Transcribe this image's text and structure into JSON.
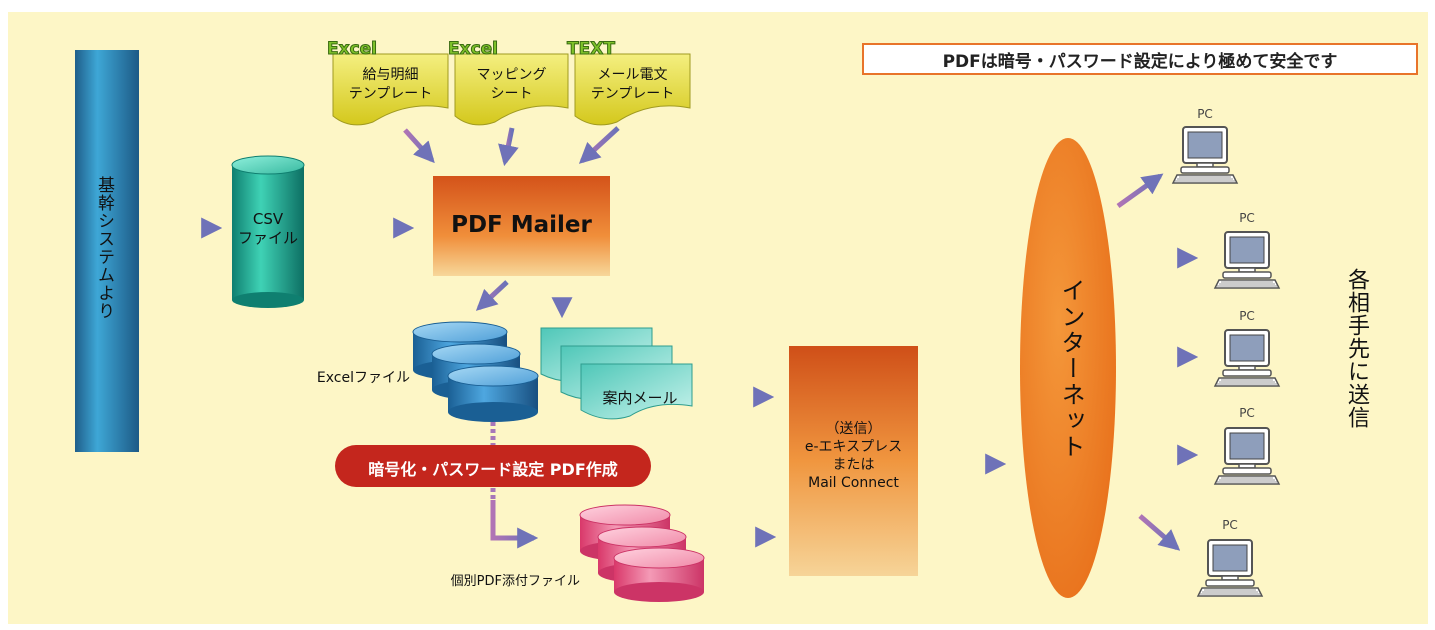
{
  "notice": "PDFは暗号・パスワード設定により極めて安全です",
  "source": {
    "label": "基幹システムより"
  },
  "csv": {
    "line1": "CSV",
    "line2": "ファイル"
  },
  "docs": [
    {
      "tag": "Excel",
      "line1": "給与明細",
      "line2": "テンプレート"
    },
    {
      "tag": "Excel",
      "line1": "マッピング",
      "line2": "シート"
    },
    {
      "tag": "TEXT",
      "line1": "メール電文",
      "line2": "テンプレート"
    }
  ],
  "mailer": {
    "label": "PDF Mailer"
  },
  "excel_files": {
    "label": "Excelファイル"
  },
  "guide_mail": {
    "label": "案内メール"
  },
  "encrypt": {
    "label": "暗号化・パスワード設定 PDF作成"
  },
  "pdf_files": {
    "label": "個別PDF添付ファイル"
  },
  "sender": {
    "line1": "（送信）",
    "line2": "e-エキスプレス",
    "line3": "または",
    "line4": "Mail Connect"
  },
  "internet": {
    "label": "インターネット"
  },
  "pcs": [
    "PC",
    "PC",
    "PC",
    "PC",
    "PC"
  ],
  "recipients": {
    "label": "各相手先に送信"
  },
  "colors": {
    "background": "#fdf6c6",
    "arrow": "#7b6fb4",
    "accent": "#e8742a",
    "encrypt": "#c4261d"
  }
}
